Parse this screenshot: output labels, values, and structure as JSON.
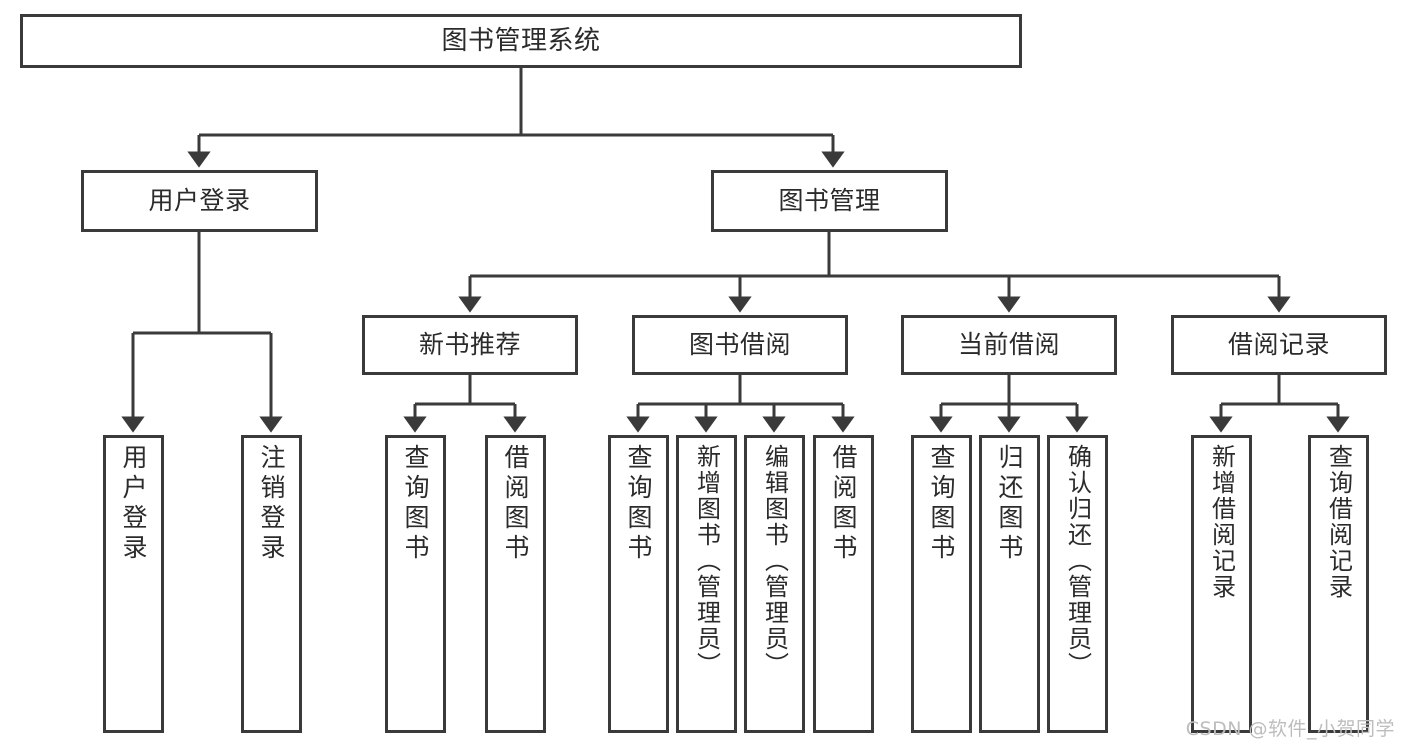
{
  "diagram": {
    "type": "hierarchy-tree",
    "title": "图书管理系统",
    "stroke_color": "#3a3a3a",
    "text_color": "#2b2b2b",
    "background_color": "#ffffff",
    "root": {
      "id": "root",
      "label": "图书管理系统"
    },
    "level2": [
      {
        "id": "user-login",
        "label": "用户登录"
      },
      {
        "id": "book-management",
        "label": "图书管理"
      }
    ],
    "level3": [
      {
        "id": "new-book-recommend",
        "label": "新书推荐",
        "parent": "book-management"
      },
      {
        "id": "book-borrow",
        "label": "图书借阅",
        "parent": "book-management"
      },
      {
        "id": "current-borrow",
        "label": "当前借阅",
        "parent": "book-management"
      },
      {
        "id": "borrow-record",
        "label": "借阅记录",
        "parent": "book-management"
      }
    ],
    "leaves": {
      "user-login": [
        {
          "id": "leaf-user-login",
          "label": "用户登录"
        },
        {
          "id": "leaf-user-logout",
          "label": "注销登录"
        }
      ],
      "new-book-recommend": [
        {
          "id": "leaf-query-book-1",
          "label": "查询图书"
        },
        {
          "id": "leaf-borrow-book-1",
          "label": "借阅图书"
        }
      ],
      "book-borrow": [
        {
          "id": "leaf-query-book-2",
          "label": "查询图书"
        },
        {
          "id": "leaf-add-book",
          "label": "新增图书（管理员）"
        },
        {
          "id": "leaf-edit-book",
          "label": "编辑图书（管理员）"
        },
        {
          "id": "leaf-borrow-book-2",
          "label": "借阅图书"
        }
      ],
      "current-borrow": [
        {
          "id": "leaf-query-book-3",
          "label": "查询图书"
        },
        {
          "id": "leaf-return-book",
          "label": "归还图书"
        },
        {
          "id": "leaf-confirm-return",
          "label": "确认归还（管理员）"
        }
      ],
      "borrow-record": [
        {
          "id": "leaf-add-record",
          "label": "新增借阅记录"
        },
        {
          "id": "leaf-query-record",
          "label": "查询借阅记录"
        }
      ]
    },
    "watermark": "CSDN @软件_小贺同学"
  }
}
